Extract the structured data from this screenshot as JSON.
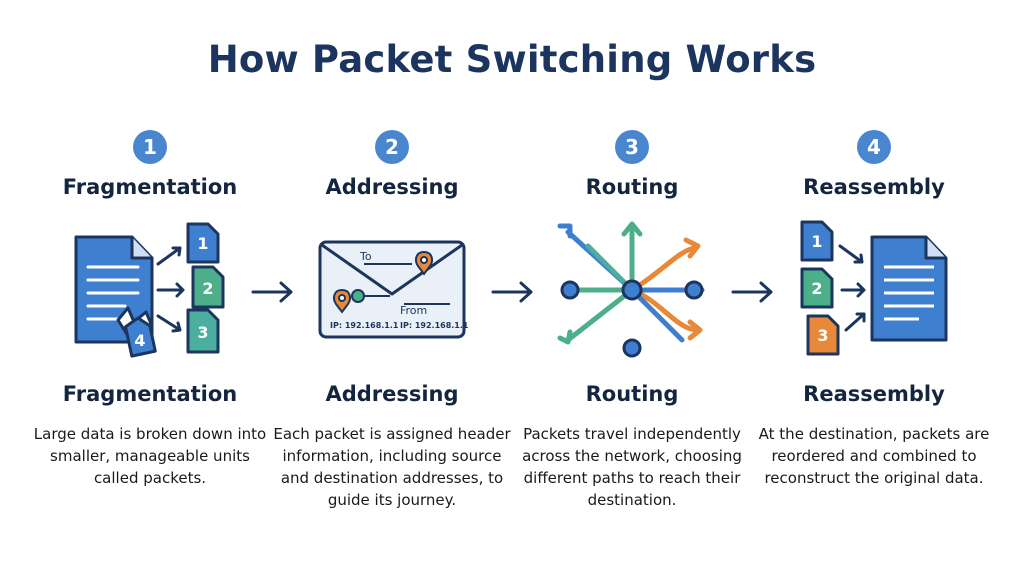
{
  "title": "How Packet Switching Works",
  "colors": {
    "navy": "#1c355e",
    "blue": "#4a86cf",
    "green": "#4caf8a",
    "teal": "#4bae9f",
    "orange": "#e8893a",
    "paper": "#e9f0f8"
  },
  "steps": [
    {
      "number": "1",
      "label": "Fragmentation",
      "description": "Large data is broken down into smaller, manageable units called packets.",
      "icon": "document-fragmenting-icon",
      "packets": [
        "1",
        "2",
        "3",
        "4"
      ]
    },
    {
      "number": "2",
      "label": "Addressing",
      "description": "Each packet is assigned header information, including source and destination addresses, to guide its journey.",
      "icon": "envelope-address-icon",
      "envelope": {
        "to": "To",
        "from": "From",
        "ip_left": "IP: 192.168.1.1",
        "ip_right": "IP: 192.168.1.1"
      }
    },
    {
      "number": "3",
      "label": "Routing",
      "description": "Packets travel independently across the network, choosing different paths to reach their destination.",
      "icon": "network-routing-icon"
    },
    {
      "number": "4",
      "label": "Reassembly",
      "description": "At the destination, packets are reordered and combined to reconstruct the original data.",
      "icon": "document-reassembly-icon",
      "packets": [
        "1",
        "2",
        "3"
      ]
    }
  ]
}
